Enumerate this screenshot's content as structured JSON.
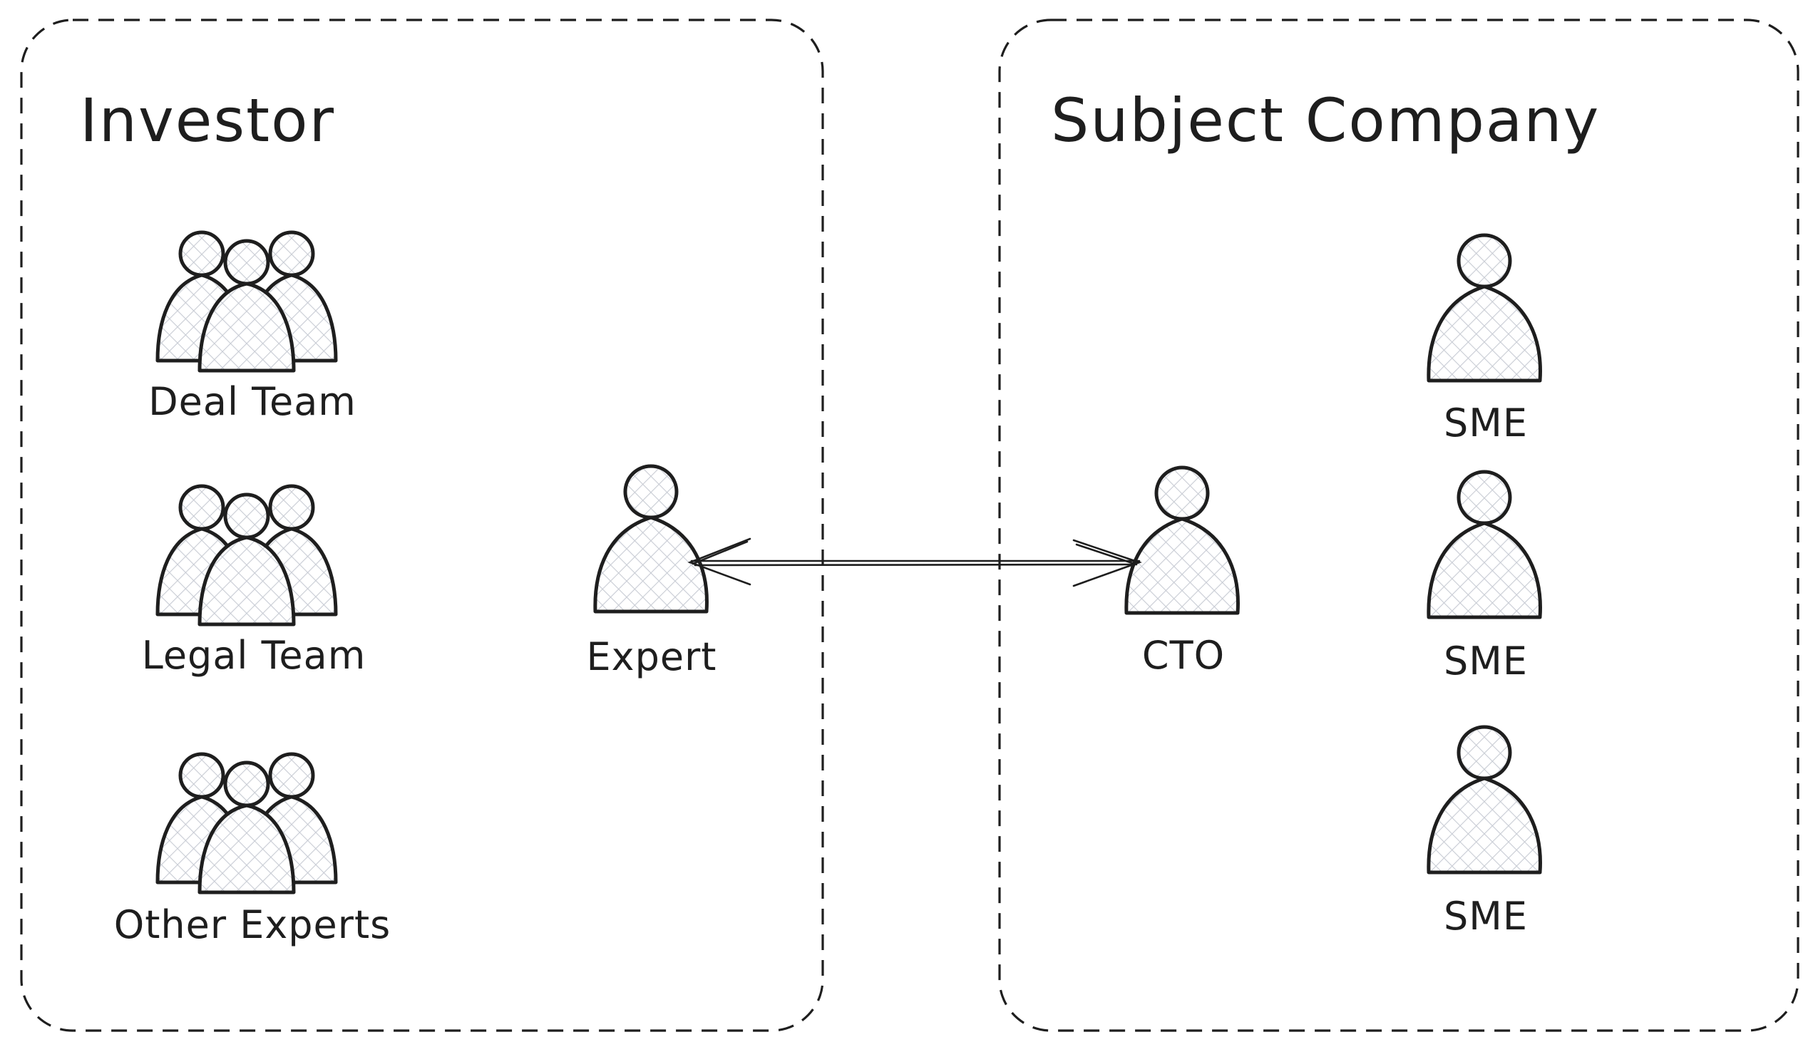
{
  "groups": {
    "investor": {
      "title": "Investor",
      "members": {
        "deal_team": "Deal Team",
        "legal_team": "Legal Team",
        "other_experts": "Other Experts",
        "expert": "Expert"
      }
    },
    "subject_company": {
      "title": "Subject Company",
      "members": {
        "cto": "CTO",
        "sme_1": "SME",
        "sme_2": "SME",
        "sme_3": "SME"
      }
    }
  },
  "connections": [
    {
      "from": "Expert",
      "to": "CTO",
      "direction": "bidirectional"
    }
  ],
  "colors": {
    "stroke": "#1e1e1e",
    "fill_hatch": "#c8ccd4",
    "background": "#ffffff"
  }
}
